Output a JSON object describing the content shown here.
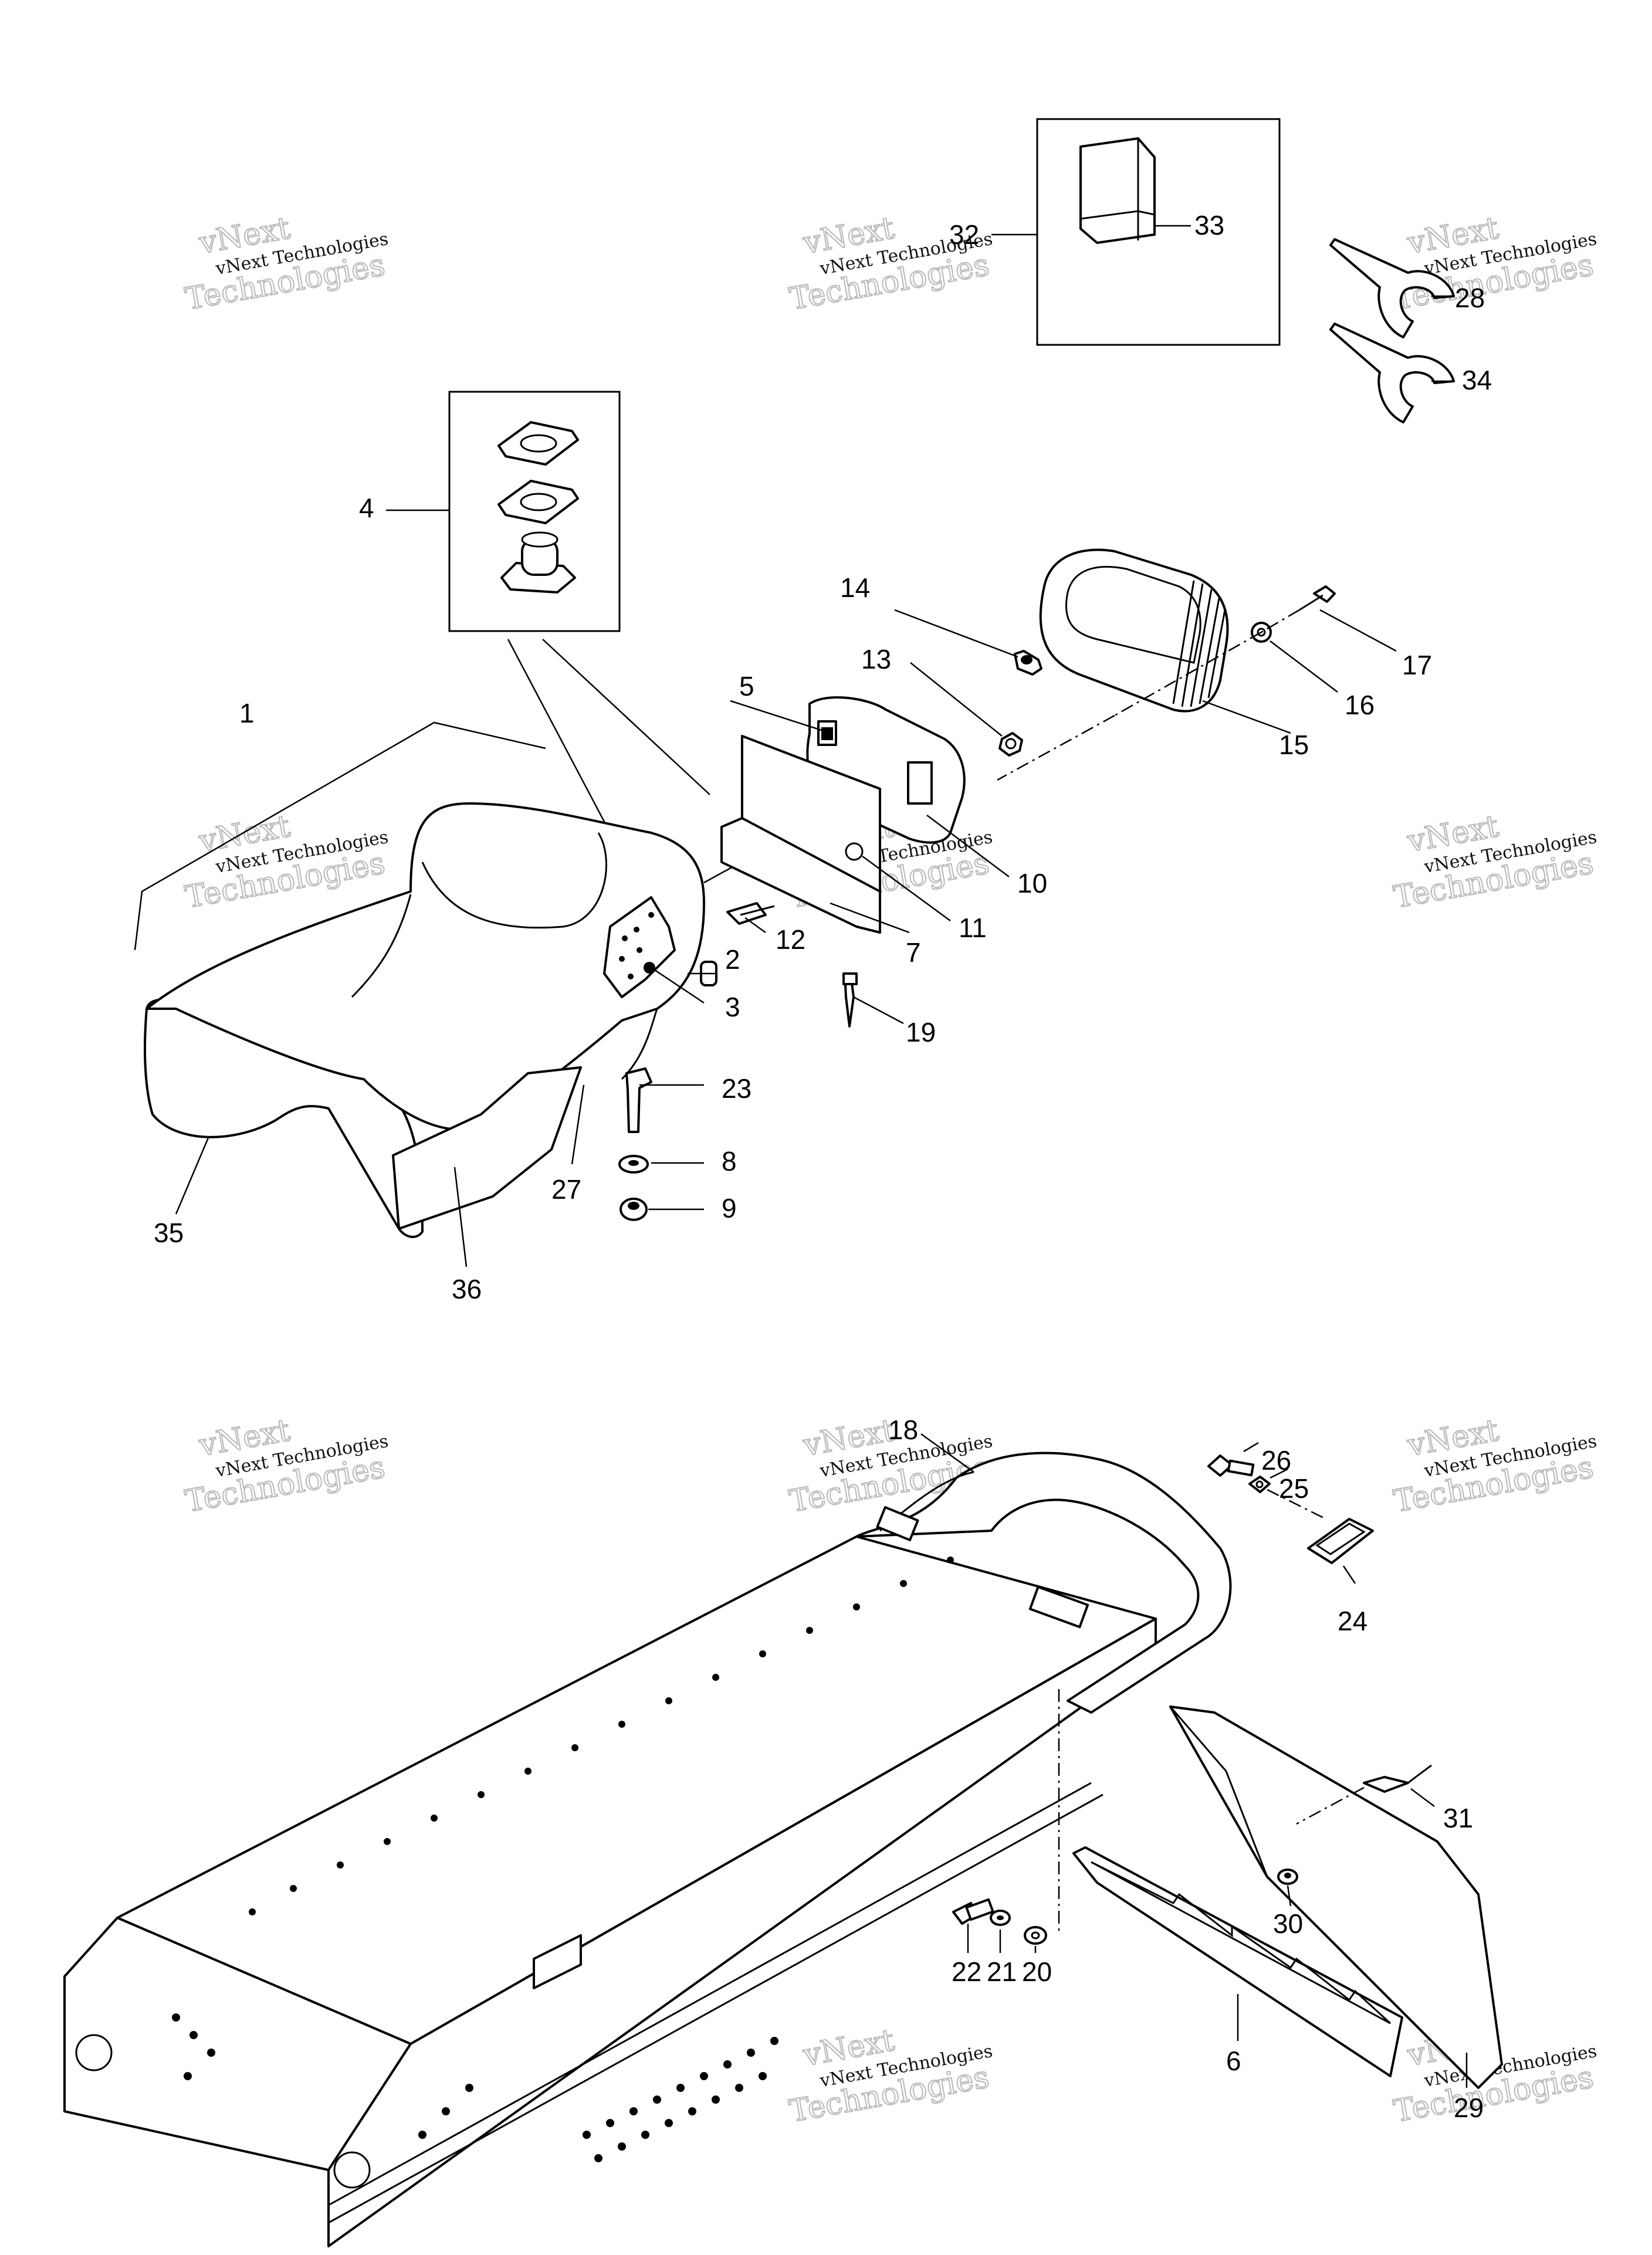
{
  "watermark": {
    "line1": "vNext Technologies",
    "line2": "vNext",
    "line3": "Technologies"
  },
  "callouts": [
    {
      "id": "1",
      "text": "1"
    },
    {
      "id": "2",
      "text": "2"
    },
    {
      "id": "3",
      "text": "3"
    },
    {
      "id": "4",
      "text": "4"
    },
    {
      "id": "5",
      "text": "5"
    },
    {
      "id": "6",
      "text": "6"
    },
    {
      "id": "7",
      "text": "7"
    },
    {
      "id": "8",
      "text": "8"
    },
    {
      "id": "9",
      "text": "9"
    },
    {
      "id": "10",
      "text": "10"
    },
    {
      "id": "11",
      "text": "11"
    },
    {
      "id": "12",
      "text": "12"
    },
    {
      "id": "13",
      "text": "13"
    },
    {
      "id": "14",
      "text": "14"
    },
    {
      "id": "15",
      "text": "15"
    },
    {
      "id": "16",
      "text": "16"
    },
    {
      "id": "17",
      "text": "17"
    },
    {
      "id": "18",
      "text": "18"
    },
    {
      "id": "19",
      "text": "19"
    },
    {
      "id": "20",
      "text": "20"
    },
    {
      "id": "21",
      "text": "21"
    },
    {
      "id": "22",
      "text": "22"
    },
    {
      "id": "23",
      "text": "23"
    },
    {
      "id": "24",
      "text": "24"
    },
    {
      "id": "25",
      "text": "25"
    },
    {
      "id": "26",
      "text": "26"
    },
    {
      "id": "27",
      "text": "27"
    },
    {
      "id": "28",
      "text": "28"
    },
    {
      "id": "29",
      "text": "29"
    },
    {
      "id": "30",
      "text": "30"
    },
    {
      "id": "31",
      "text": "31"
    },
    {
      "id": "32",
      "text": "32"
    },
    {
      "id": "33",
      "text": "33"
    },
    {
      "id": "34",
      "text": "34"
    },
    {
      "id": "35",
      "text": "35"
    },
    {
      "id": "36",
      "text": "36"
    }
  ]
}
